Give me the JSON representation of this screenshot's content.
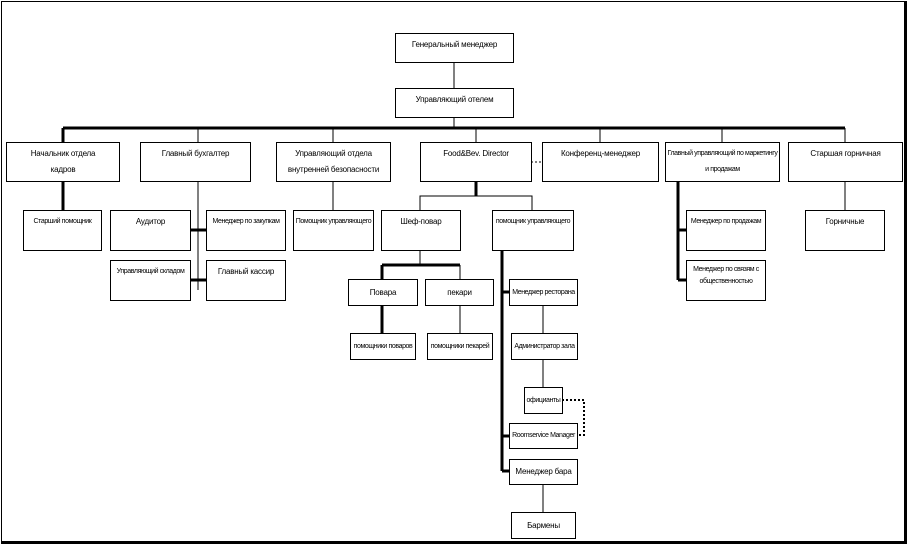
{
  "nodes": {
    "general_manager": "Генеральный менеджер",
    "hotel_manager": "Управляющий отелем",
    "hr_head": "Начальник отдела кадров",
    "chief_accountant": "Главный бухгалтер",
    "security_manager": "Управляющий отдела внутренней безопасности",
    "fb_director": "Food&Bev. Director",
    "conference_manager": "Конференц-менеджер",
    "marketing_manager": "Главный управляющий по маркетингу и продажам",
    "senior_maid": "Старшая горничная",
    "senior_assistant": "Старший помощник",
    "auditor": "Аудитор",
    "purchasing_manager": "Менеджер по закупкам",
    "security_assistant": "Помощник управляющего",
    "chef": "Шеф-повар",
    "fb_assistant": "помощник управляющего",
    "sales_manager": "Менеджер по продажам",
    "maids": "Горничные",
    "warehouse_manager": "Управляющий складом",
    "chief_cashier": "Главный кассир",
    "pr_manager": "Менеджер по связям с общественностью",
    "cooks": "Повара",
    "bakers": "пекари",
    "cook_assistants": "помощники поваров",
    "baker_assistants": "помощники пекарей",
    "restaurant_manager": "Менеджер ресторана",
    "hall_admin": "Администратор зала",
    "waiters": "официанты",
    "roomservice_manager": "Roomservice Manager",
    "bar_manager": "Менеджер бара",
    "bartenders": "Бармены"
  }
}
